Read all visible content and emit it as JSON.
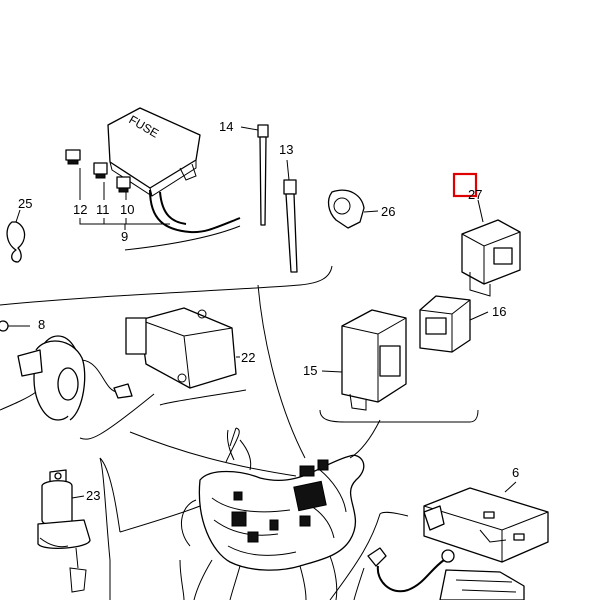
{
  "diagram": {
    "labels": {
      "p6": "6",
      "p8": "8",
      "p9": "9",
      "p10": "10",
      "p11": "11",
      "p12": "12",
      "p13": "13",
      "p14": "14",
      "p15": "15",
      "p16": "16",
      "p22": "22",
      "p23": "23",
      "p25": "25",
      "p26": "26",
      "p27": "27"
    },
    "fuse_box_text": "FUSE",
    "highlight_color": "#e00000"
  }
}
